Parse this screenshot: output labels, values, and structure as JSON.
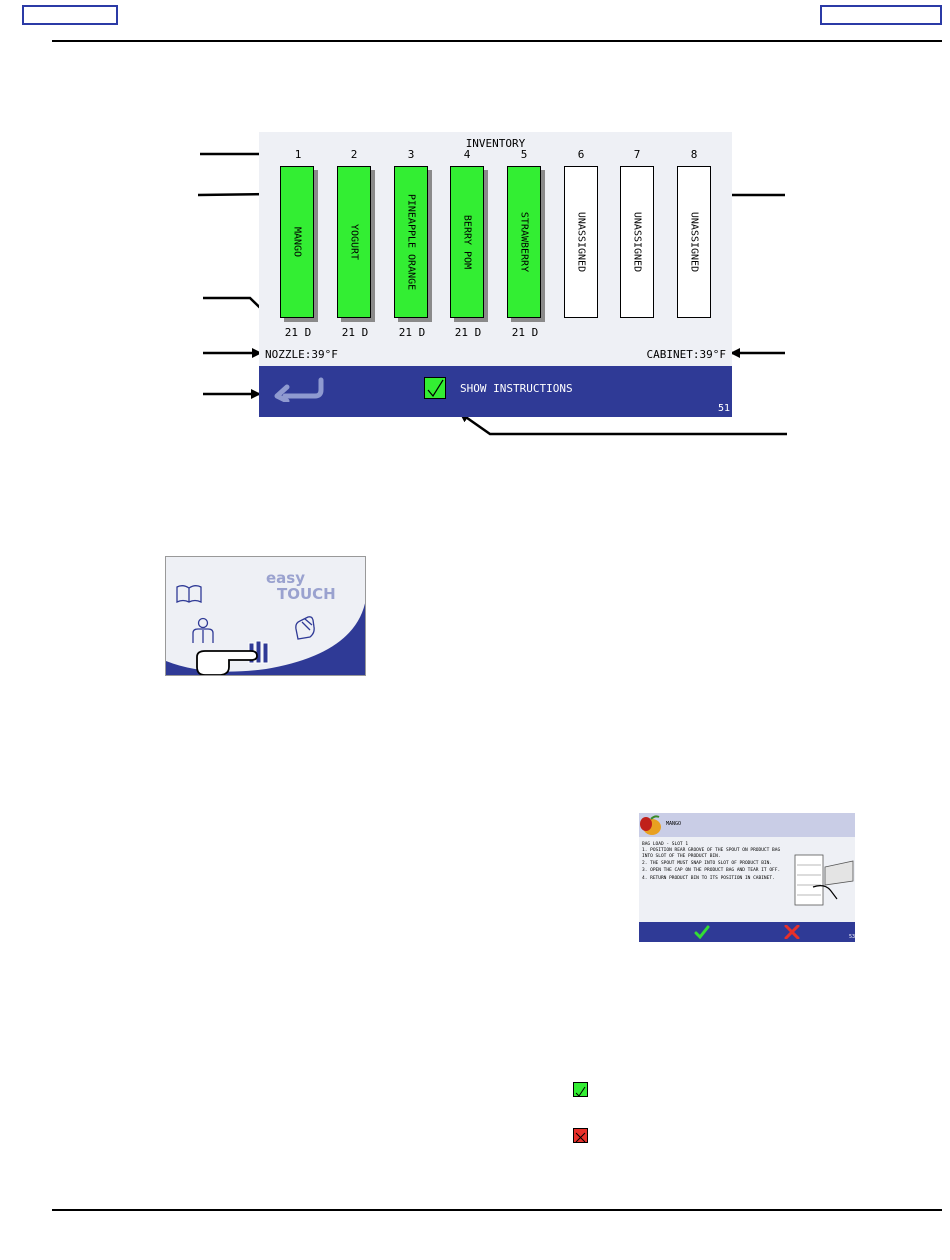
{
  "inventory_screen": {
    "title": "INVENTORY",
    "slots": [
      {
        "number": "1",
        "label": "MANGO",
        "days": "21 D",
        "assigned": true
      },
      {
        "number": "2",
        "label": "YOGURT",
        "days": "21 D",
        "assigned": true
      },
      {
        "number": "3",
        "label": "PINEAPPLE ORANGE",
        "days": "21 D",
        "assigned": true
      },
      {
        "number": "4",
        "label": "BERRY POM",
        "days": "21 D",
        "assigned": true
      },
      {
        "number": "5",
        "label": "STRAWBERRY",
        "days": "21 D",
        "assigned": true
      },
      {
        "number": "6",
        "label": "UNASSIGNED",
        "days": "",
        "assigned": false
      },
      {
        "number": "7",
        "label": "UNASSIGNED",
        "days": "",
        "assigned": false
      },
      {
        "number": "8",
        "label": "UNASSIGNED",
        "days": "",
        "assigned": false
      }
    ],
    "nozzle_temp": "NOZZLE:39°F",
    "cabinet_temp": "CABINET:39°F",
    "show_instructions": "SHOW INSTRUCTIONS",
    "screen_number": "51"
  },
  "home_screen": {
    "logo_line1": "easy",
    "logo_line2": "TOUCH"
  },
  "instruction_screen": {
    "title": "MANGO",
    "heading": "BAG LOAD - SLOT 1",
    "steps": [
      "1.  POSITION REAR GROOVE OF THE SPOUT ON PRODUCT BAG INTO SLOT OF THE PRODUCT BIN.",
      "2.  THE SPOUT MUST SNAP INTO SLOT OF PRODUCT BIN.",
      "3.  OPEN THE CAP ON THE PRODUCT BAG AND TEAR IT OFF.",
      "4.  RETURN PRODUCT BIN TO ITS POSITION IN CABINET."
    ],
    "screen_number": "53"
  },
  "colors": {
    "screen_blue": "#2f3a96",
    "bin_green": "#33ee33",
    "cancel_red": "#e8302a",
    "frame_blue": "#2b3aa6"
  }
}
